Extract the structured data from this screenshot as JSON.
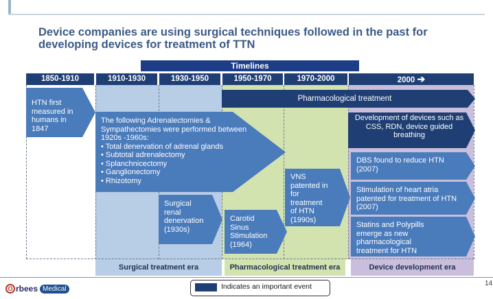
{
  "title": "Device companies are using surgical techniques followed in the past for developing devices for treatment of TTN",
  "timelines_label": "Timelines",
  "periods": [
    "1850-1910",
    "1910-1930",
    "1930-1950",
    "1950-1970",
    "1970-2000",
    "2000"
  ],
  "events": {
    "htn_first": "HTN first measured in humans in 1847",
    "adrenal": {
      "intro": "The following Adrenalectomies & Sympathectomies were performed between 1920s -1960s:",
      "items": [
        "• Total denervation of adrenal glands",
        "• Subtotal adrenalectomy",
        "• Splanchnicectomy",
        "• Ganglionectomy",
        "• Rhizotomy"
      ]
    },
    "renal": "Surgical renal denervation (1930s)",
    "carotid": "Carotid Sinus Stimulation (1964)",
    "vns": "VNS patented in for treatment of HTN (1990s)",
    "pharma": "Pharmacological treatment",
    "devices": "Development of devices such as CSS, RDN, device guided breathing",
    "dbs": "DBS found to reduce HTN (2007)",
    "atria": "Stimulation of heart atria patented for treatment of HTN (2007)",
    "statins": "Statins and Polypills emerge as new pharmacological treatment for HTN"
  },
  "eras": [
    "Surgical treatment era",
    "Pharmacological treatment era",
    "Device development era"
  ],
  "legend": "Indicates an important event",
  "logo": {
    "brand": "rbees",
    "brand_first": "O",
    "brand_sub": "Medical"
  },
  "page_number": "14",
  "colors": {
    "dark_navy": "#1f3f74",
    "mid_blue": "#4a7bbb",
    "light_blue_col": "#b8cde6",
    "green_col": "#d3e3b0",
    "purple_col": "#c9bfdc"
  }
}
